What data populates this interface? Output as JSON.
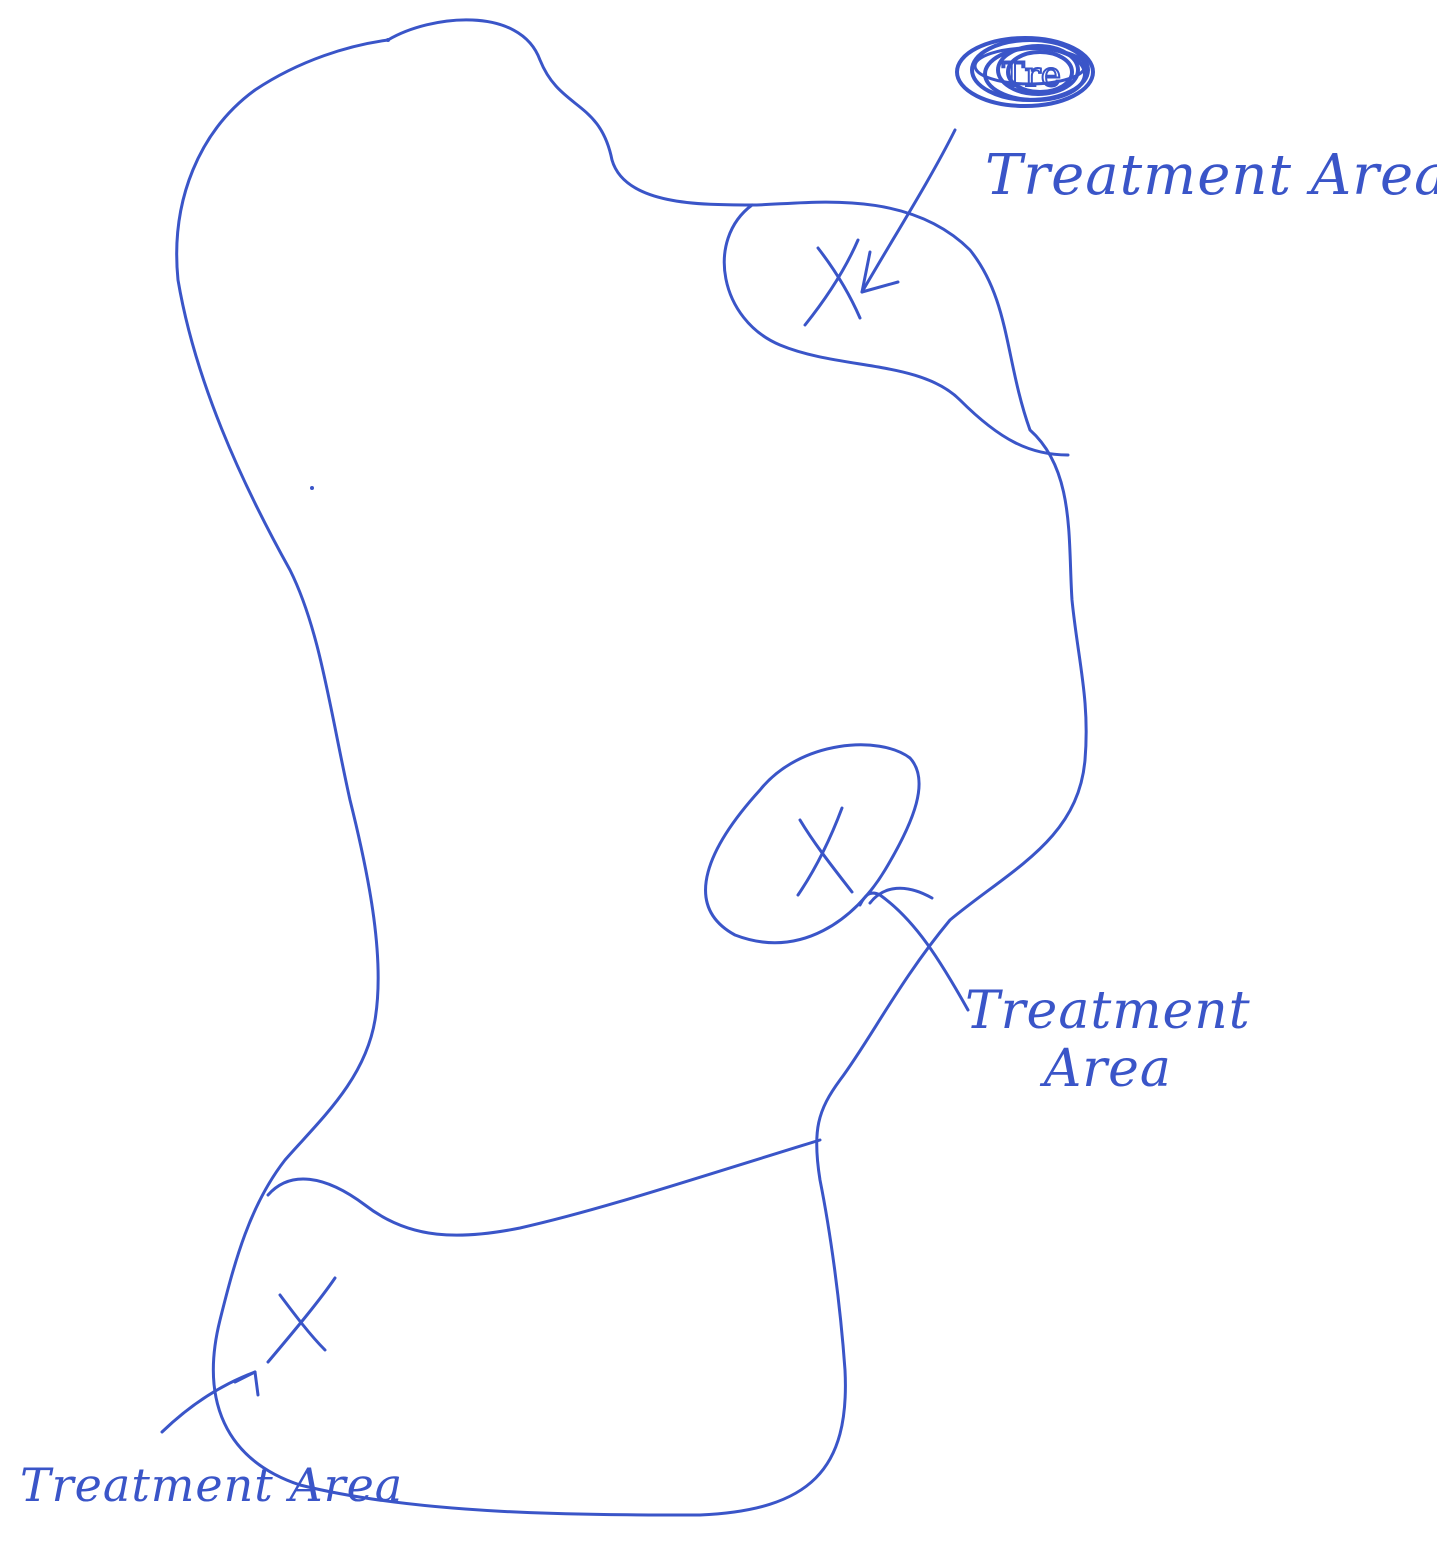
{
  "ink_color": "#3a55c8",
  "labels": [
    {
      "id": "top-right",
      "lines": [
        "Treatment Area"
      ]
    },
    {
      "id": "middle-right",
      "lines": [
        "Treatment",
        "Area"
      ]
    },
    {
      "id": "bottom-left",
      "lines": [
        "Treatment Area"
      ]
    }
  ],
  "markers": [
    "X",
    "X",
    "X"
  ],
  "scribble_text": "Tre"
}
